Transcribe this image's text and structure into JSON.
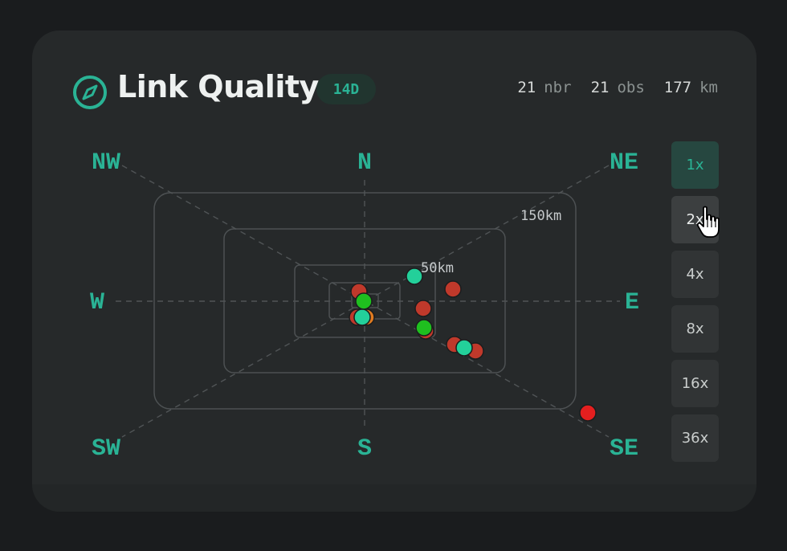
{
  "header": {
    "icon": "compass-icon",
    "title": "Link Quality",
    "badge": "14D",
    "stats": [
      {
        "value": "21",
        "unit": "nbr"
      },
      {
        "value": "21",
        "unit": "obs"
      },
      {
        "value": "177",
        "unit": "km"
      }
    ]
  },
  "plot": {
    "directions": [
      "NW",
      "N",
      "NE",
      "W",
      "E",
      "SW",
      "S",
      "SE"
    ],
    "ring_labels": [
      "150km",
      "50km"
    ],
    "colors": {
      "good": "#23d09a",
      "ok": "#1fbf1f",
      "poor": "#c0392b",
      "bad": "#e41f1f"
    }
  },
  "zoom": {
    "options": [
      "1x",
      "2x",
      "4x",
      "8x",
      "16x",
      "36x"
    ],
    "selected": "1x",
    "hovered": "2x"
  }
}
